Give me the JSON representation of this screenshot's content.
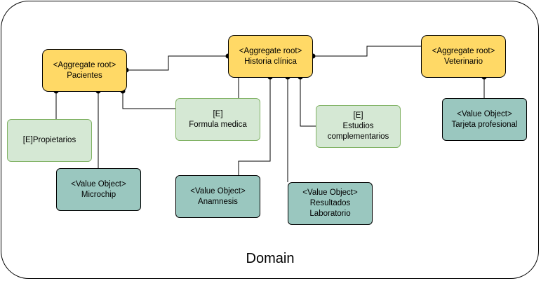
{
  "diagram": {
    "domain_label": "Domain",
    "nodes": {
      "pacientes": {
        "stereotype": "<Aggregate root>",
        "name": "Pacientes"
      },
      "historia_clinica": {
        "stereotype": "<Aggregate root>",
        "name": "Historia clínica"
      },
      "veterinario": {
        "stereotype": "<Aggregate root>",
        "name": "Veterinario"
      },
      "propietarios": {
        "name": "[E]Propietarios"
      },
      "formula_medica": {
        "stereotype": "[E]",
        "name": "Formula medica"
      },
      "estudios_complementarios": {
        "stereotype": "[E]",
        "line1": "Estudios",
        "line2": "complementarios"
      },
      "microchip": {
        "stereotype": "<Value Object>",
        "name": "Microchip"
      },
      "anamnesis": {
        "stereotype": "<Value Object>",
        "name": "Anamnesis"
      },
      "resultados_laboratorio": {
        "stereotype": "<Value Object>",
        "line1": "Resultados",
        "line2": "Laboratorio"
      },
      "tarjeta_profesional": {
        "stereotype": "<Value Object>",
        "name": "Tarjeta profesional"
      }
    },
    "colors": {
      "aggregate_root_fill": "#ffd966",
      "entity_fill": "#d5e8d4",
      "entity_border": "#82b366",
      "value_object_fill": "#9ac7bf",
      "line": "#000000"
    }
  }
}
